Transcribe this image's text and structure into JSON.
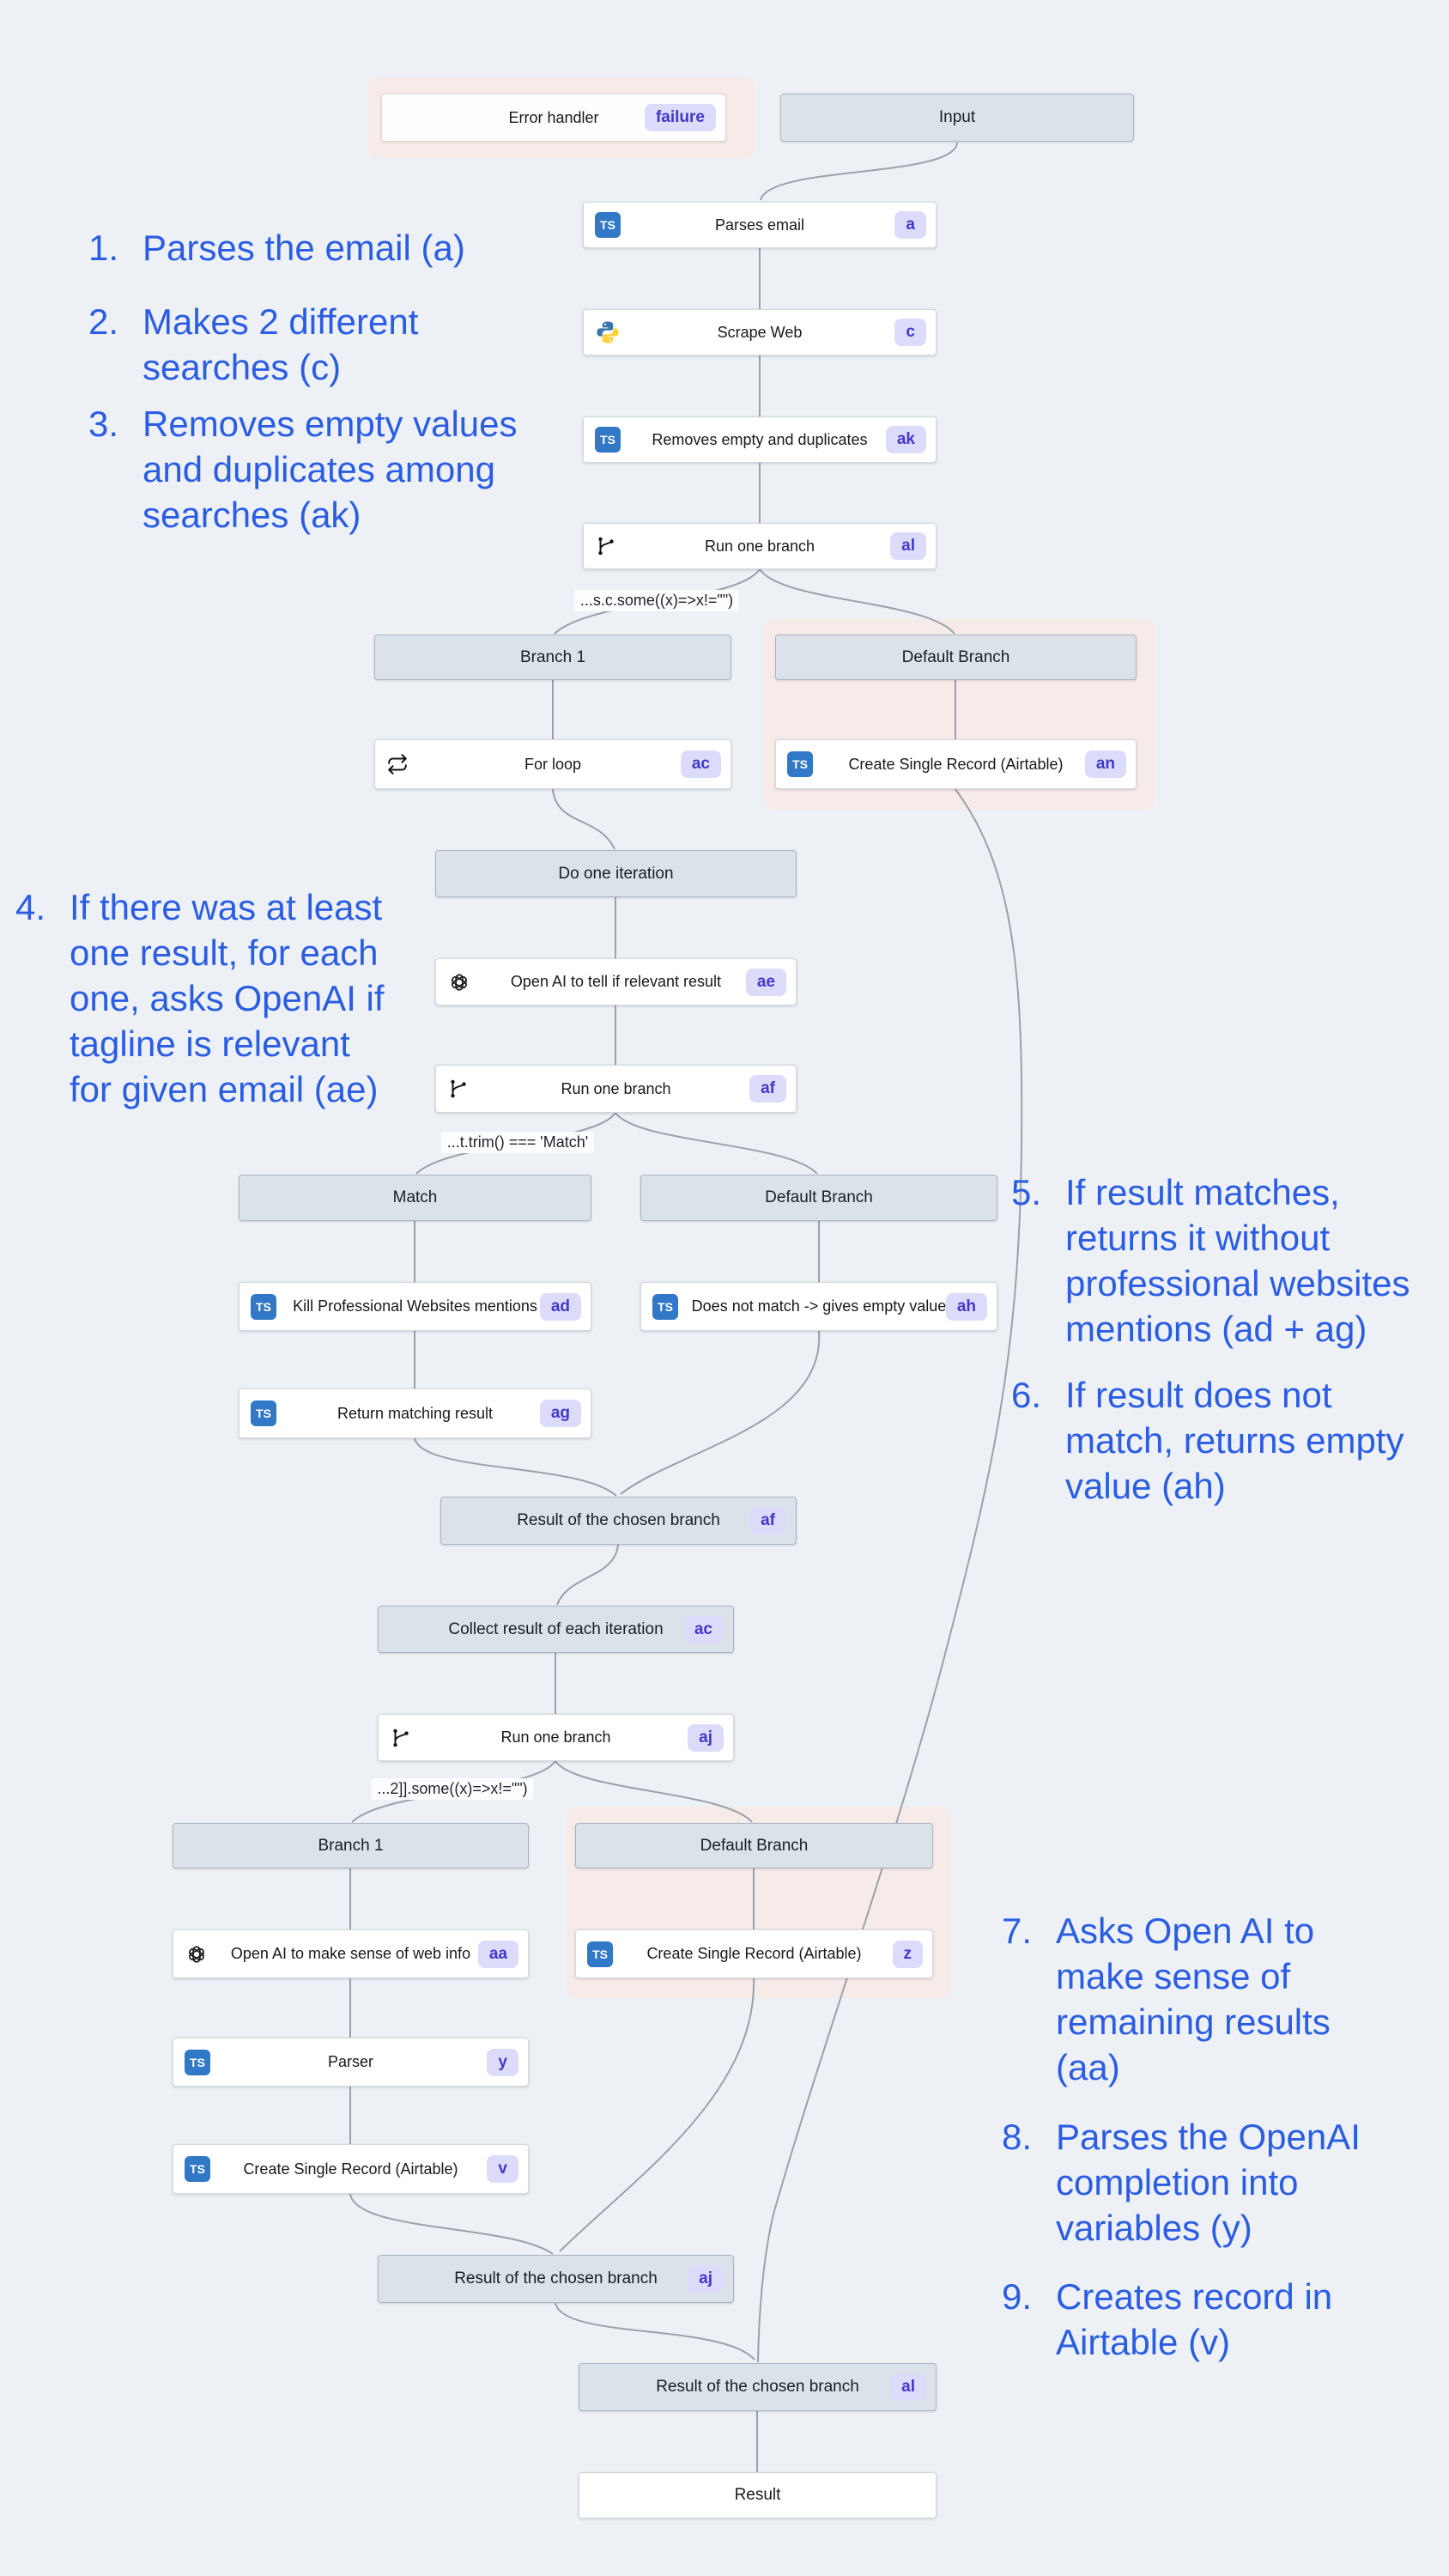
{
  "colors": {
    "page_bg": "#edf1f6",
    "annotation_blue": "#2b5de4",
    "badge_bg": "#dcdcfa",
    "badge_text": "#4338ca",
    "highlight_pink": "#f7ebea",
    "header_fill": "#dbe2ea",
    "typescript_blue": "#3178c6",
    "python_blue": "#3776ab",
    "python_yellow": "#ffd43b",
    "edge_gray": "#99a1a9"
  },
  "icons": {
    "ts_label": "TS"
  },
  "error_handler": {
    "label": "Error handler",
    "badge": "failure"
  },
  "nodes": {
    "input": {
      "label": "Input"
    },
    "parses_email": {
      "label": "Parses email",
      "badge": "a"
    },
    "scrape_web": {
      "label": "Scrape Web",
      "badge": "c"
    },
    "removes_empty": {
      "label": "Removes empty and duplicates",
      "badge": "ak"
    },
    "run_one_branch_al": {
      "label": "Run one branch",
      "badge": "al"
    },
    "branch1_top": {
      "label": "Branch 1"
    },
    "default_branch_top": {
      "label": "Default Branch"
    },
    "for_loop": {
      "label": "For loop",
      "badge": "ac"
    },
    "create_record_an": {
      "label": "Create Single Record (Airtable)",
      "badge": "an"
    },
    "do_one_iteration": {
      "label": "Do one iteration"
    },
    "openai_relevant": {
      "label": "Open AI to tell if relevant result",
      "badge": "ae"
    },
    "run_one_branch_af": {
      "label": "Run one branch",
      "badge": "af"
    },
    "match_header": {
      "label": "Match"
    },
    "default_branch_mid": {
      "label": "Default Branch"
    },
    "kill_mentions": {
      "label": "Kill Professional Websites mentions",
      "badge": "ad"
    },
    "does_not_match": {
      "label": "Does not match -> gives empty value",
      "badge": "ah"
    },
    "return_matching": {
      "label": "Return matching result",
      "badge": "ag"
    },
    "result_af": {
      "label": "Result of the chosen branch",
      "badge": "af"
    },
    "collect_result": {
      "label": "Collect result of each iteration",
      "badge": "ac"
    },
    "run_one_branch_aj": {
      "label": "Run one branch",
      "badge": "aj"
    },
    "branch1_bottom": {
      "label": "Branch 1"
    },
    "default_branch_bottom": {
      "label": "Default Branch"
    },
    "openai_websense": {
      "label": "Open AI to make sense of web info",
      "badge": "aa"
    },
    "create_record_z": {
      "label": "Create Single Record (Airtable)",
      "badge": "z"
    },
    "parser": {
      "label": "Parser",
      "badge": "y"
    },
    "create_record_v": {
      "label": "Create Single Record (Airtable)",
      "badge": "v"
    },
    "result_aj": {
      "label": "Result of the chosen branch",
      "badge": "aj"
    },
    "result_al": {
      "label": "Result of the chosen branch",
      "badge": "al"
    },
    "result": {
      "label": "Result"
    }
  },
  "conditions": {
    "c1": "...s.c.some((x)=>x!=\"\")",
    "c2": "...t.trim() === 'Match'",
    "c3": "...2]].some((x)=>x!=\"\")"
  },
  "annotations": [
    {
      "number": "1.",
      "text": "Parses the email (a)"
    },
    {
      "number": "2.",
      "text": "Makes 2 different\nsearches (c)"
    },
    {
      "number": "3.",
      "text": "Removes empty values\nand duplicates among\nsearches (ak)"
    },
    {
      "number": "4.",
      "text": "If there was at least\none result, for each\none, asks OpenAI if\ntagline is relevant\nfor given email (ae)"
    },
    {
      "number": "5.",
      "text": "If result matches,\nreturns it without\nprofessional websites\nmentions (ad + ag)"
    },
    {
      "number": "6.",
      "text": "If result does not\nmatch, returns empty\nvalue (ah)"
    },
    {
      "number": "7.",
      "text": "Asks Open AI to\nmake sense of\nremaining results\n(aa)"
    },
    {
      "number": "8.",
      "text": "Parses the OpenAI\ncompletion into\nvariables (y)"
    },
    {
      "number": "9.",
      "text": "Creates record in\nAirtable (v)"
    }
  ]
}
